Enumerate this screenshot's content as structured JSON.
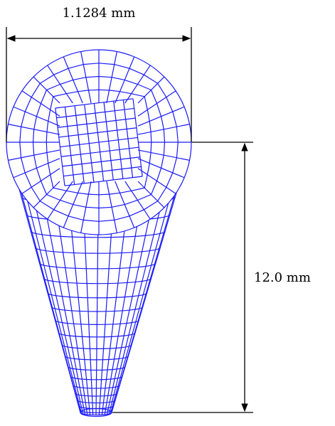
{
  "dimensions": {
    "width_label": "1.1284 mm",
    "height_label": "12.0 mm"
  },
  "mesh": {
    "color": "#1a1aff",
    "top_rings": 4,
    "radial_divisions": 32,
    "core_grid": 9,
    "cone_rings": 22
  },
  "annotation_color": "#000000"
}
